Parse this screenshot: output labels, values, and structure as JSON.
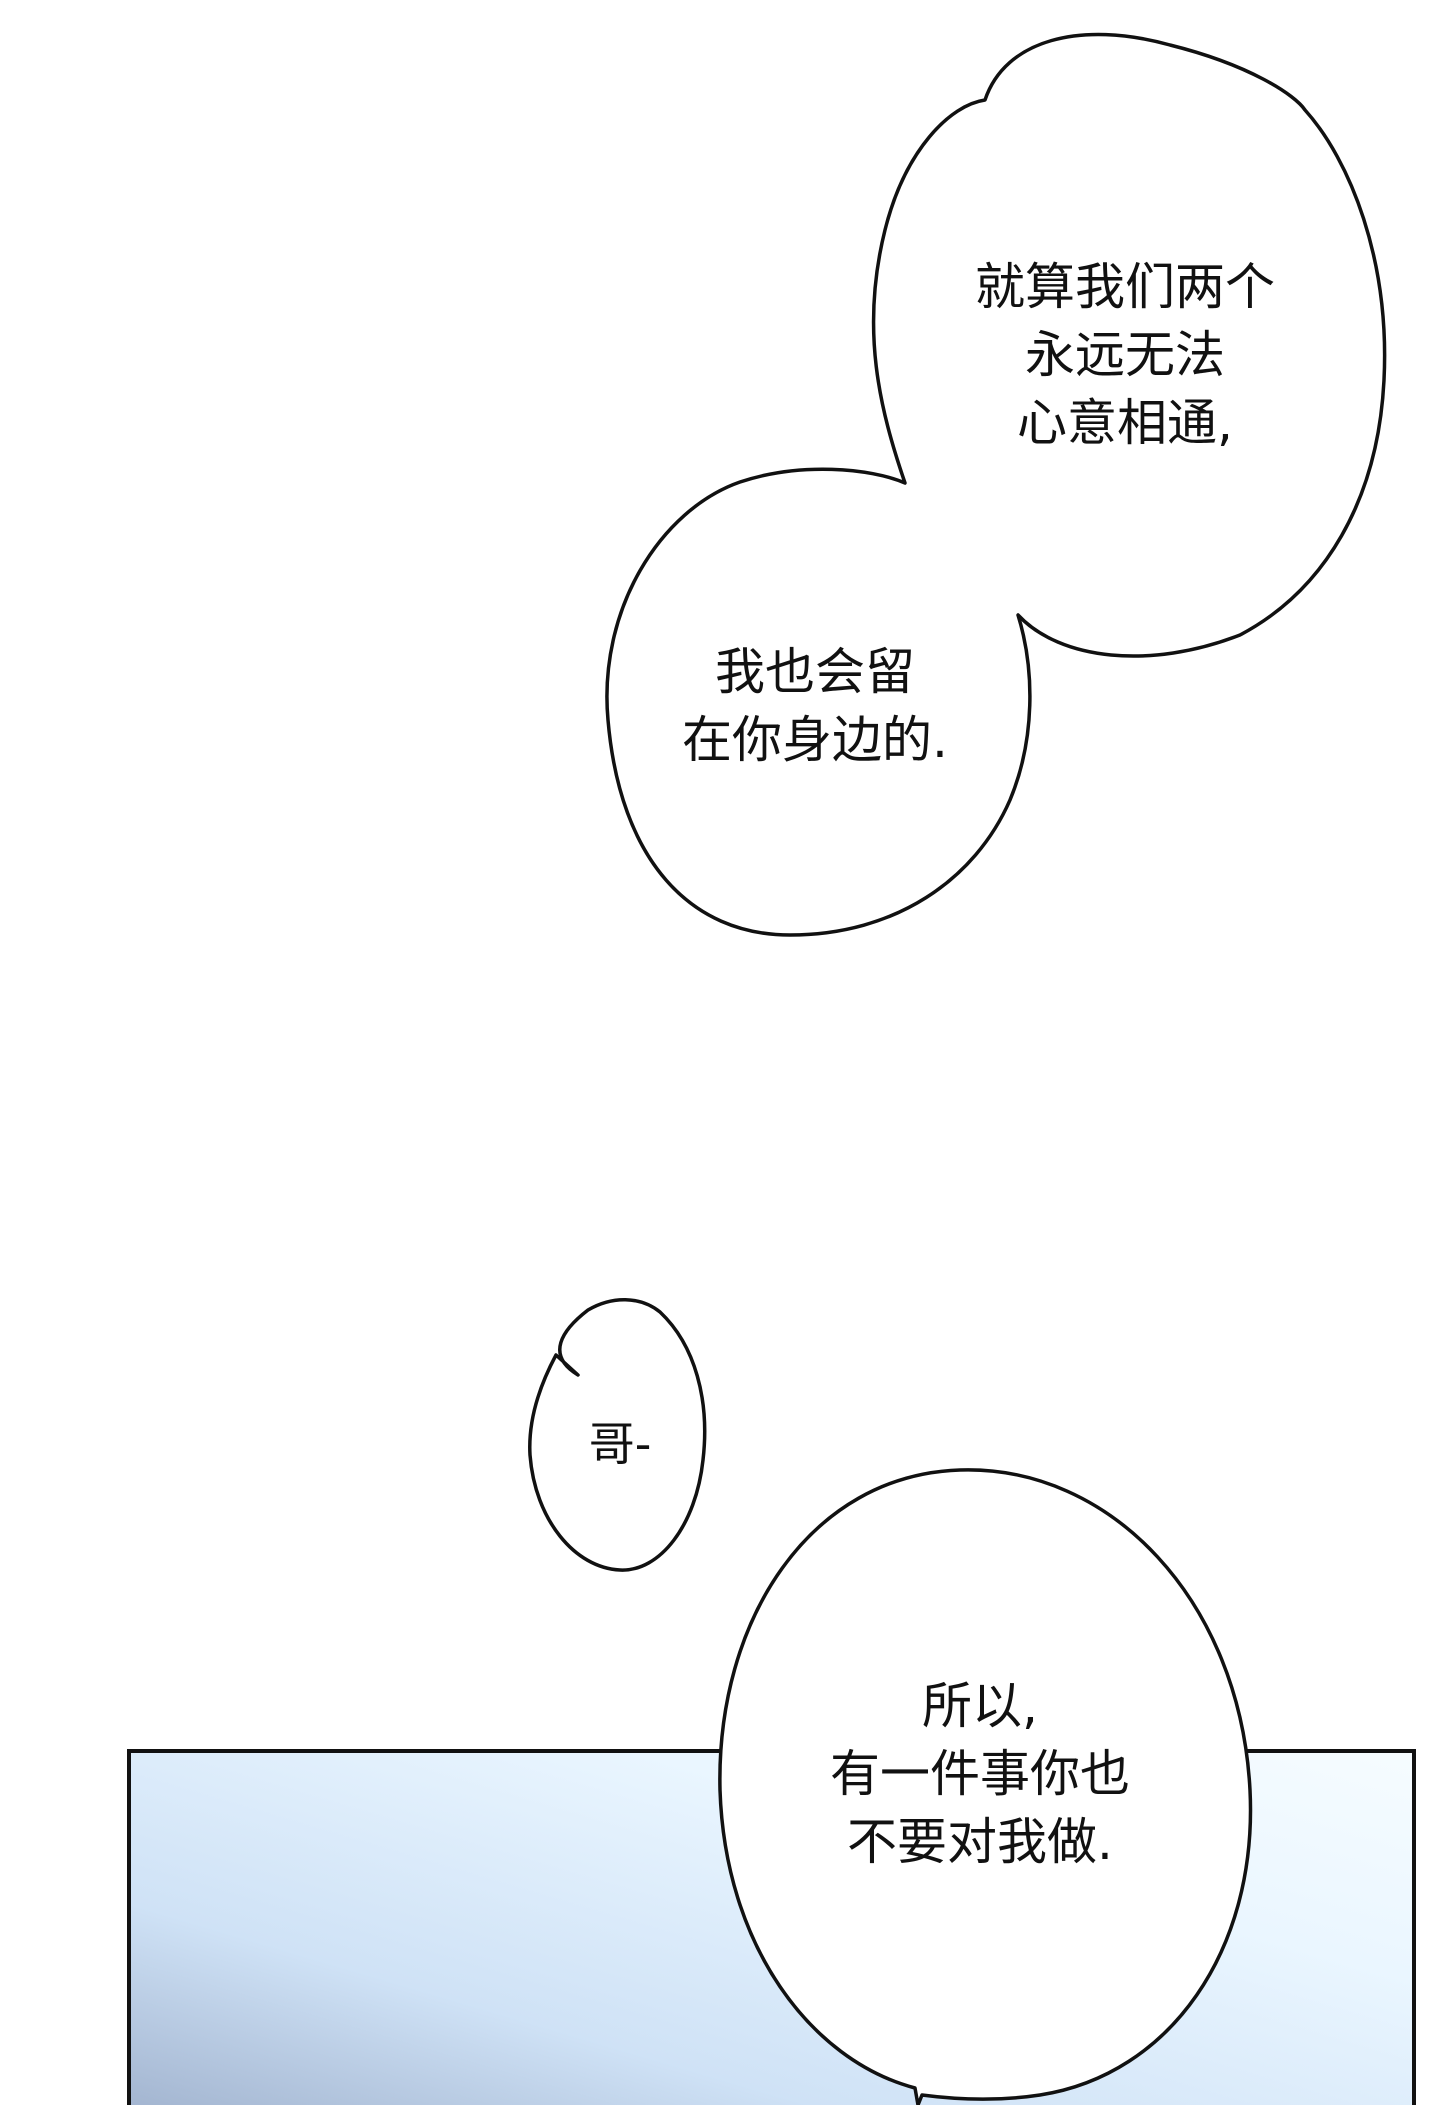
{
  "bubbles": {
    "b1": {
      "lines": [
        "就算我们两个",
        "永远无法",
        "心意相通,"
      ]
    },
    "b2": {
      "lines": [
        "我也会留",
        "在你身边的."
      ]
    },
    "b3": {
      "lines": [
        "哥-"
      ]
    },
    "b4": {
      "lines": [
        "所以,",
        "有一件事你也",
        "不要对我做."
      ]
    }
  },
  "colors": {
    "background": "#ffffff",
    "outline": "#111111",
    "panel_light": "#f1fbff",
    "panel_mid": "#cfe2f6",
    "panel_dark": "#9eb0cc"
  }
}
